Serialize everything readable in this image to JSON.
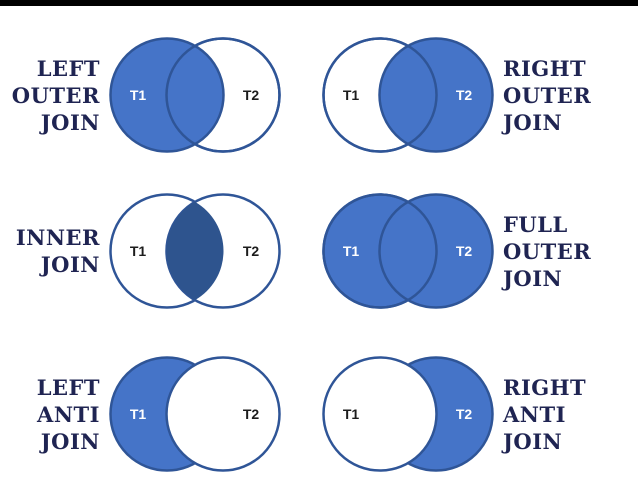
{
  "page": {
    "description": "SQL join types venn diagram chart"
  },
  "colors": {
    "background": "#FFFFFF",
    "top_bar": "#000000",
    "circle_fill_blue": "#4574C8",
    "circle_stroke_blue": "#2F5597",
    "intersection_fill": "#2E548E",
    "heading_navy": "#1F2452",
    "table_label_dark": "#1C1C1C",
    "table_label_light": "#FFFFFF"
  },
  "rows": [
    {
      "cells": [
        {
          "label": "LEFT\nOUTER\nJOIN",
          "venn": {
            "type": "left-outer",
            "t1": "T1",
            "t2": "T2",
            "t1_style": "light",
            "t2_style": "dark"
          }
        },
        {
          "label": "RIGHT\nOUTER\nJOIN",
          "venn": {
            "type": "right-outer",
            "t1": "T1",
            "t2": "T2",
            "t1_style": "dark",
            "t2_style": "light"
          }
        }
      ]
    },
    {
      "cells": [
        {
          "label": "INNER\nJOIN",
          "venn": {
            "type": "inner",
            "t1": "T1",
            "t2": "T2",
            "t1_style": "dark",
            "t2_style": "dark"
          }
        },
        {
          "label": "FULL\nOUTER\nJOIN",
          "venn": {
            "type": "full-outer",
            "t1": "T1",
            "t2": "T2",
            "t1_style": "light",
            "t2_style": "light"
          }
        }
      ]
    },
    {
      "cells": [
        {
          "label": "LEFT\nANTI\nJOIN",
          "venn": {
            "type": "left-anti",
            "t1": "T1",
            "t2": "T2",
            "t1_style": "light",
            "t2_style": "dark"
          }
        },
        {
          "label": "RIGHT\nANTI\nJOIN",
          "venn": {
            "type": "right-anti",
            "t1": "T1",
            "t2": "T2",
            "t1_style": "dark",
            "t2_style": "light"
          }
        }
      ]
    }
  ]
}
